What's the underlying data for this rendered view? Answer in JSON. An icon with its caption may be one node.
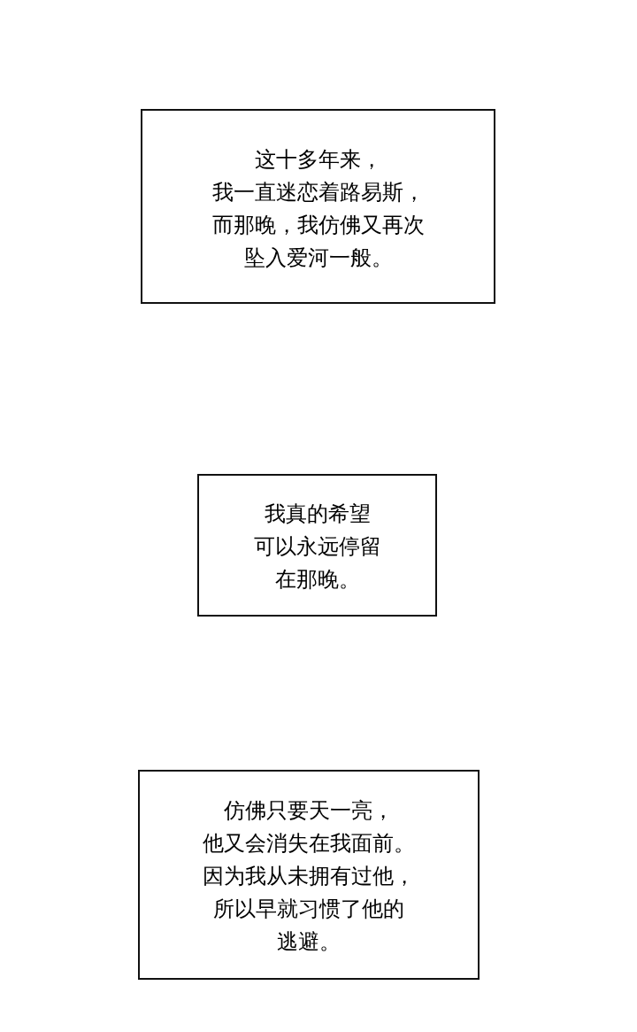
{
  "diagram": {
    "nodes": [
      {
        "text": [
          "这十多年来，我一直迷恋着路易斯，而那晚，我仿佛又再次坠入爱河一般。"
        ]
      },
      {
        "text": [
          "我真的希望可以永远停留在那晚。"
        ]
      },
      {
        "text": [
          "仿佛只要天一亮，他又会消失在我面前。因为我从未拥有过他，所以早就习惯了他的逃避。"
        ]
      }
    ]
  }
}
